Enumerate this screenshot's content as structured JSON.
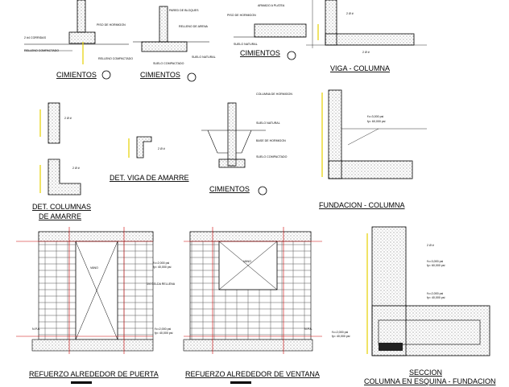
{
  "titles": {
    "cimientos_1": "CIMIENTOS",
    "cimientos_2": "CIMIENTOS",
    "cimientos_3": "CIMIENTOS",
    "cimientos_4": "CIMIENTOS",
    "viga_columna": "VIGA - COLUMNA",
    "det_columnas_1": "DET. COLUMNAS",
    "det_columnas_2": "DE AMARRE",
    "det_viga": "DET. VIGA DE AMARRE",
    "fundacion_columna": "FUNDACION - COLUMNA",
    "refuerzo_puerta": "REFUERZO ALREDEDOR DE PUERTA",
    "refuerzo_ventana": "REFUERZO ALREDEDOR DE VENTANA",
    "seccion": "SECCION",
    "columna_esquina": "COLUMNA EN ESQUINA - FUNDACION"
  },
  "labels": {
    "vano_door": "VANO",
    "vano_window": "VANO",
    "npa_1": "N.P.A.",
    "npa_2": "N.P.A.",
    "suelo_natural": "SUELO NATURAL",
    "suelo_compactado": "SUELO COMPACTADO",
    "relleno_compactado": "RELLENO COMPACTADO",
    "pared_bloques": "PARED DE BLOQUES",
    "fc_2000": "f'c=2,000 psi",
    "fy_40000": "fy= 40,000 psi",
    "fc_3000": "f'c=3,000 psi",
    "fy_60000": "fy= 60,000 psi",
    "ref_col": "2 Ø #",
    "cel_rellena": "1/4 CELDA RELLENA"
  }
}
